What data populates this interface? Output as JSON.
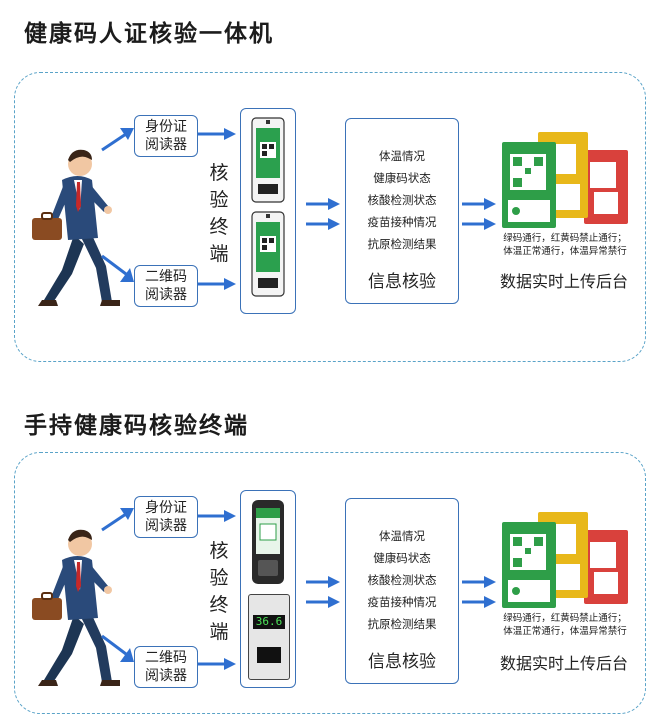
{
  "sections": [
    {
      "title": "健康码人证核验一体机",
      "id_reader": [
        "身份证",
        "阅读器"
      ],
      "qr_reader": [
        "二维码",
        "阅读器"
      ],
      "terminal_label": [
        "核",
        "验",
        "终",
        "端"
      ],
      "info_items": [
        "体温情况",
        "健康码状态",
        "核酸检测状态",
        "疫苗接种情况",
        "抗原检测结果"
      ],
      "info_title": "信息核验",
      "caption": [
        "绿码通行，红黄码禁止通行；",
        "体温正常通行，体温异常禁行"
      ],
      "sync_label": "数据实时上传后台"
    },
    {
      "title": "手持健康码核验终端",
      "id_reader": [
        "身份证",
        "阅读器"
      ],
      "qr_reader": [
        "二维码",
        "阅读器"
      ],
      "terminal_label": [
        "核",
        "验",
        "终",
        "端"
      ],
      "temperature": "36.6",
      "info_items": [
        "体温情况",
        "健康码状态",
        "核酸检测状态",
        "疫苗接种情况",
        "抗原检测结果"
      ],
      "info_title": "信息核验",
      "caption": [
        "绿码通行，红黄码禁止通行；",
        "体温正常通行，体温异常禁行"
      ],
      "sync_label": "数据实时上传后台"
    }
  ],
  "colors": {
    "panel_border": "#5aa3c8",
    "box_border": "#3b72b8",
    "arrow": "#2f6fd0",
    "green_card": "#2e9e48",
    "yellow_card": "#e8b81a",
    "red_card": "#d9413c"
  },
  "icons": [
    "walking-businessman-icon",
    "arrow-right-icon",
    "qr-code-icon",
    "kiosk-device-icon",
    "handheld-device-icon"
  ]
}
